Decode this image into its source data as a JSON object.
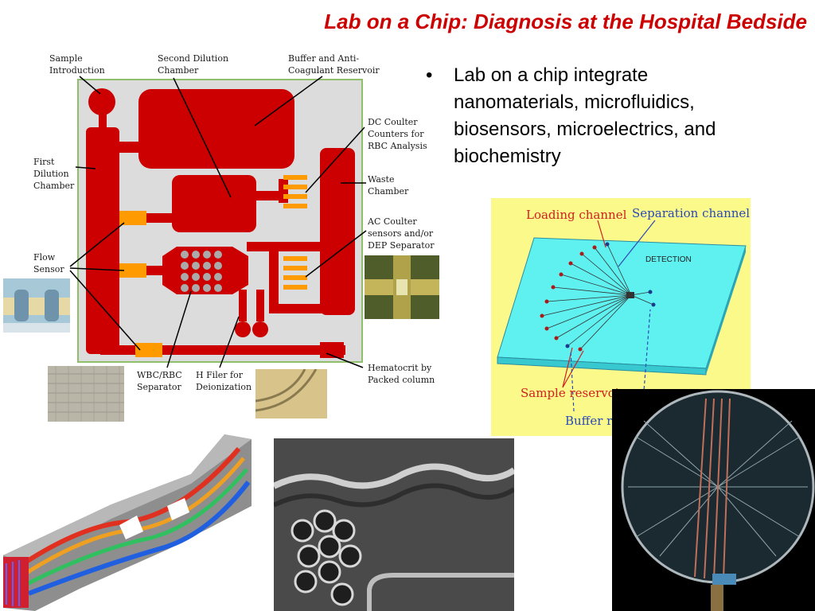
{
  "slide": {
    "title": "Lab on a Chip: Diagnosis at the Hospital Bedside",
    "bullets": [
      "Lab on a chip integrate nanomaterials, microfluidics, biosensors, microelectrics, and biochemistry"
    ]
  },
  "schematic": {
    "labels": {
      "sample_intro": [
        "Sample",
        "Introduction"
      ],
      "second_dilution": [
        "Second Dilution",
        "Chamber"
      ],
      "buffer_reservoir": [
        "Buffer and Anti-",
        "Coagulant Reservoir"
      ],
      "first_dilution": [
        "First",
        "Dilution",
        "Chamber"
      ],
      "dc_coulter": [
        "DC Coulter",
        "Counters for",
        "RBC Analysis"
      ],
      "waste": [
        "Waste",
        "Chamber"
      ],
      "ac_coulter": [
        "AC Coulter",
        "sensors and/or",
        "DEP Separator"
      ],
      "flow_sensor": [
        "Flow",
        "Sensor"
      ],
      "wbc_rbc": [
        "WBC/RBC",
        "Separator"
      ],
      "h_filer": [
        "H Filer for",
        "Deionization"
      ],
      "hematocrit": [
        "Hematocrit by",
        "Packed column"
      ]
    },
    "colors": {
      "chip": "#cc0000",
      "substrate": "#dcdcdc"
    }
  },
  "capillary": {
    "labels": {
      "loading": "Loading channel",
      "separation": "Separation channel",
      "detection": "DETECTION",
      "sample_res": "Sample reservoirs",
      "buffer_res": "Buffer reservoirs"
    },
    "colors": {
      "background": "#fbf98a",
      "plate": "#5ff0f0"
    }
  }
}
